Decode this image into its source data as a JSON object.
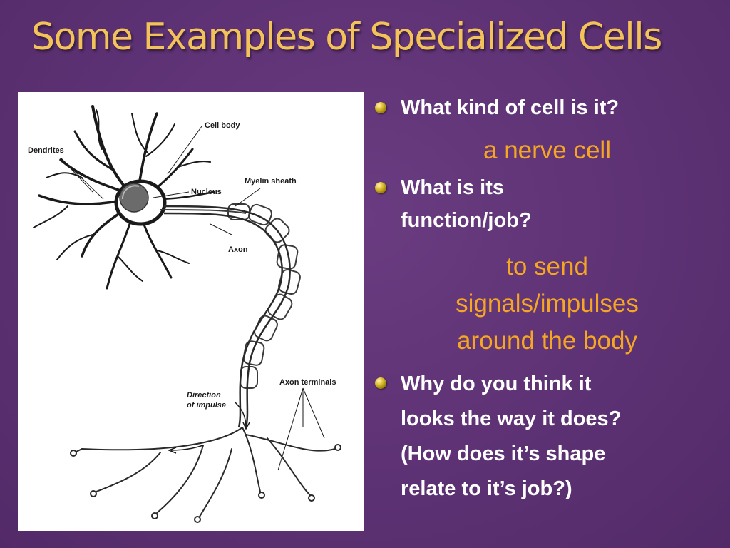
{
  "title": "Some Examples of Specialized Cells",
  "figure": {
    "labels": {
      "cell_body": "Cell body",
      "dendrites": "Dendrites",
      "nucleus": "Nucleus",
      "myelin_sheath": "Myelin sheath",
      "axon": "Axon",
      "axon_terminals": "Axon terminals",
      "direction_line1": "Direction",
      "direction_line2": "of impulse"
    }
  },
  "content": {
    "q1": "What kind of cell is it?",
    "a1": "a nerve cell",
    "q2_line1": "What is its",
    "q2_line2": "function/job?",
    "a2_line1": "to send",
    "a2_line2": "signals/impulses",
    "a2_line3": "around the body",
    "q3_line1": "Why do you think it",
    "q3_line2": "looks the way it does?",
    "q3_line3": "(How does it’s shape",
    "q3_line4": "relate to it’s job?)"
  },
  "colors": {
    "background": "#5f3375",
    "title": "#f3c35a",
    "question_text": "#ffffff",
    "answer_text": "#f5a623"
  },
  "icons": [
    "bullet-orb-icon"
  ]
}
